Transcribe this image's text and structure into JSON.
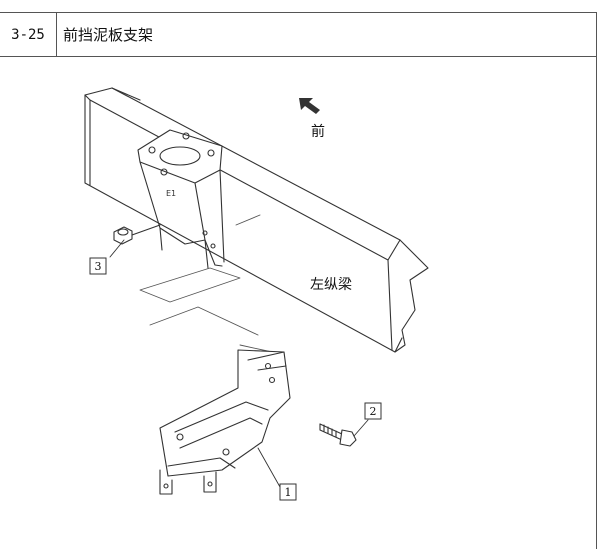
{
  "header": {
    "code": "3-25",
    "title": "前挡泥板支架"
  },
  "figure": {
    "direction_label": "前",
    "frame_label": "左纵梁",
    "callouts": [
      "1",
      "2",
      "3"
    ]
  }
}
